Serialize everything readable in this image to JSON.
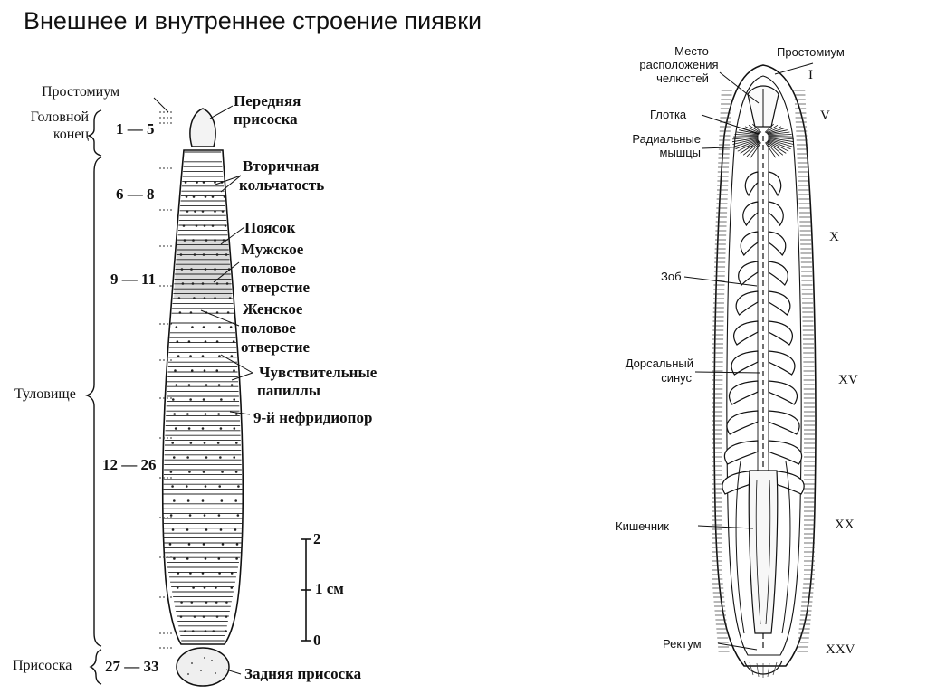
{
  "title": "Внешнее и внутреннее строение пиявки",
  "external": {
    "left_labels": {
      "prostomium": "Простомиум",
      "head_line1": "Головной",
      "head_line2": "конец",
      "trunk": "Туловище",
      "sucker": "Присоска"
    },
    "segment_ranges": [
      "1 — 5",
      "6 — 8",
      "9 — 11",
      "12 — 26",
      "27 — 33"
    ],
    "right_labels": {
      "front_sucker_1": "Передняя",
      "front_sucker_2": "присоска",
      "secondary_1": "Вторичная",
      "secondary_2": "кольчатость",
      "belt": "Поясок",
      "male_1": "Мужское",
      "male_2": "половое",
      "male_3": "отверстие",
      "female_1": "Женское",
      "female_2": "половое",
      "female_3": "отверстие",
      "papillae_1": "Чувствительные",
      "papillae_2": "папиллы",
      "nephridiopore": "9-й нефридиопор",
      "rear_sucker": "Задняя присоска"
    },
    "scale": {
      "top": "2",
      "middle": "1 см",
      "bottom": "0"
    }
  },
  "internal": {
    "labels": {
      "jaws_1": "Место",
      "jaws_2": "расположения",
      "jaws_3": "челюстей",
      "prostomium": "Простомиум",
      "pharynx": "Глотка",
      "radial_1": "Радиальные",
      "radial_2": "мышцы",
      "crop": "Зоб",
      "dorsal_1": "Дорсальный",
      "dorsal_2": "синус",
      "intestine": "Кишечник",
      "rectum": "Ректум"
    },
    "segments": [
      "I",
      "V",
      "X",
      "XV",
      "XX",
      "XXV"
    ]
  }
}
